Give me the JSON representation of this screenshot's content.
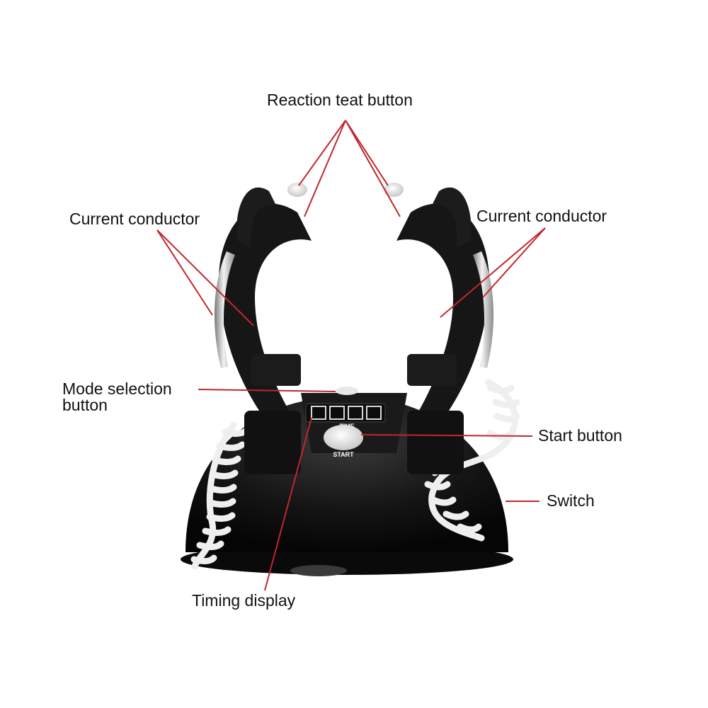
{
  "labels": {
    "reaction_button": "Reaction teat button",
    "current_conductor_left": "Current conductor",
    "current_conductor_right": "Current conductor",
    "mode_selection_line1": "Mode selection",
    "mode_selection_line2": "button",
    "start_button": "Start button",
    "switch": "Switch",
    "timing_display": "Timing display"
  },
  "device": {
    "time_label": "TIME",
    "start_label": "START"
  },
  "colors": {
    "leader_line": "#c1272d",
    "device_body": "#141414",
    "cable": "#efefef",
    "chrome": "#c9c9c9",
    "background": "#ffffff"
  }
}
